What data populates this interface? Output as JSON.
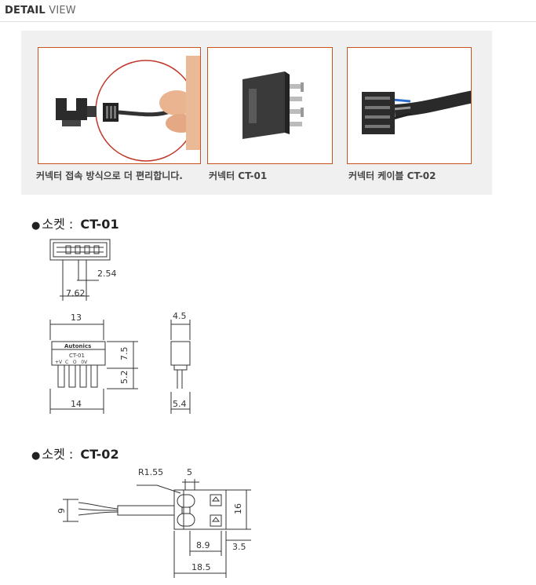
{
  "header": {
    "bold": "DETAIL",
    "light": " VIEW"
  },
  "photos": [
    {
      "caption": "커넥터 접속 방식으로 더 편리합니다."
    },
    {
      "caption": "커넥터 CT-01"
    },
    {
      "caption": "커넥터 케이블 CT-02"
    }
  ],
  "ct01": {
    "bullet": "●",
    "label": "소켓 : ",
    "code": "CT-01",
    "dims": {
      "pin_pitch": "2.54",
      "pin_span": "7.62",
      "width_top": "13",
      "width_bottom": "14",
      "height_body": "7.5",
      "height_pins": "5.2",
      "depth_top": "4.5",
      "depth_bottom": "5.4"
    },
    "body_text": {
      "brand": "Autonics",
      "model": "CT-01",
      "pins": "+V  C   O   0V"
    }
  },
  "ct02": {
    "bullet": "●",
    "label": "소켓 : ",
    "code": "CT-02",
    "dims": {
      "radius": "R1.55",
      "slot": "5",
      "cable_height": "9",
      "body_height": "16",
      "inner": "8.9",
      "offset": "3.5",
      "length": "18.5"
    }
  }
}
